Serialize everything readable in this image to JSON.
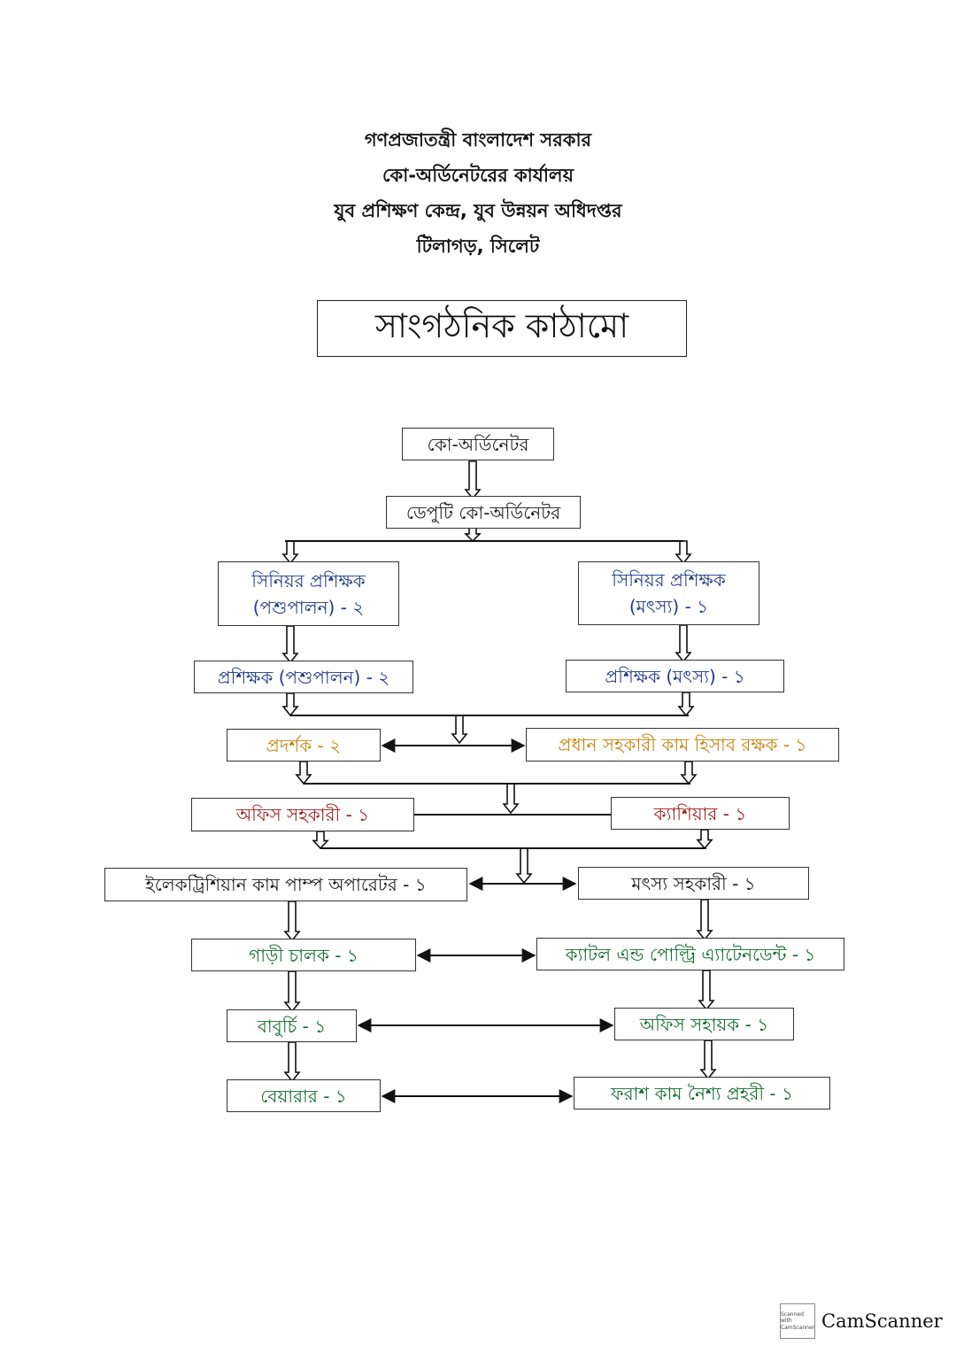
{
  "header": {
    "line1": "গণপ্রজাতন্ত্রী বাংলাদেশ সরকার",
    "line2": "কো-অর্ডিনেটরের কার্যালয়",
    "line3": "যুব প্রশিক্ষণ কেন্দ্র, যুব উন্নয়ন অধিদপ্তর",
    "line4": "টিলাগড়, সিলেট"
  },
  "title": "সাংগঠনিক কাঠামো",
  "nodes": {
    "coordinator": "কো-অর্ডিনেটর",
    "deputy_coordinator": "ডেপুটি কো-অর্ডিনেটর",
    "senior_trainer_livestock": {
      "line1": "সিনিয়র প্রশিক্ষক",
      "line2": "(পশুপালন) - ২"
    },
    "senior_trainer_fisheries": {
      "line1": "সিনিয়র প্রশিক্ষক",
      "line2": "(মৎস্য) - ১"
    },
    "trainer_livestock": "প্রশিক্ষক (পশুপালন) - ২",
    "trainer_fisheries": "প্রশিক্ষক (মৎস্য) - ১",
    "demonstrator": "প্রদর্শক - ২",
    "head_assistant_accountant": "প্রধান সহকারী কাম হিসাব রক্ষক - ১",
    "office_assistant": "অফিস সহকারী - ১",
    "cashier": "ক্যাশিয়ার - ১",
    "electrician_pump_operator": "ইলেকট্রিশিয়ান কাম পাম্প অপারেটর - ১",
    "fisheries_assistant": "মৎস্য সহকারী - ১",
    "driver": "গাড়ী চালক - ১",
    "cattle_poultry_attendant": "ক্যাটল এন্ড পোল্ট্রি এ্যাটেনডেন্ট - ১",
    "cook": "বাবুর্চি - ১",
    "office_helper": "অফিস সহায়ক - ১",
    "bearer": "বেয়ারার - ১",
    "guard_night": "ফরাশ কাম নৈশ্য প্রহরী - ১"
  },
  "colors": {
    "blue": "#1f3a8a",
    "orange": "#c7840c",
    "red": "#9b1c1c",
    "green": "#146c2e"
  },
  "watermark": {
    "scanned_with": "Scanned with",
    "small_brand": "CamScanner",
    "brand": "CamScanner"
  }
}
